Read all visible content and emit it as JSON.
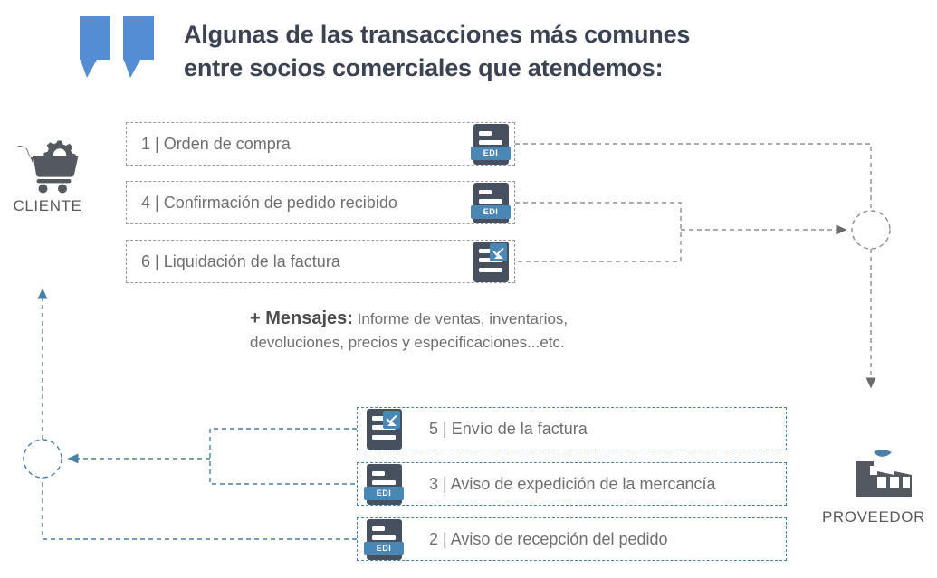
{
  "header": {
    "title_line1": "Algunas de las transacciones más comunes",
    "title_line2": "entre socios comerciales que atendemos:",
    "quote_color": "#548dd4",
    "title_color": "#3b4252"
  },
  "actors": {
    "client": {
      "label": "CLIENTE",
      "icon": "shopping-cart-gear-icon"
    },
    "supplier": {
      "label": "PROVEEDOR",
      "icon": "factory-icon"
    }
  },
  "flow": {
    "client_to_supplier": [
      {
        "num": "1",
        "sep": "|",
        "text": "Orden de compra",
        "full": "1  |  Orden de compra",
        "icon": "edi-document-icon",
        "badge": "EDI"
      },
      {
        "num": "4",
        "sep": "|",
        "text": "Confirmación de pedido recibido",
        "full": "4  |  Confirmación de pedido recibido",
        "icon": "edi-document-icon",
        "badge": "EDI"
      },
      {
        "num": "6",
        "sep": "|",
        "text": "Liquidación de la factura",
        "full": "6  |  Liquidación de la factura",
        "icon": "document-check-icon",
        "badge": ""
      }
    ],
    "supplier_to_client": [
      {
        "num": "5",
        "sep": "|",
        "text": "Envío de la factura",
        "full": "5  |  Envío de la factura",
        "icon": "document-check-icon",
        "badge": ""
      },
      {
        "num": "3",
        "sep": "|",
        "text": "Aviso de expedición de la mercancía",
        "full": "3  |  Aviso de expedición de la mercancía",
        "icon": "edi-document-icon",
        "badge": "EDI"
      },
      {
        "num": "2",
        "sep": "|",
        "text": "Aviso de recepción  del pedido",
        "full": "2  |  Aviso de recepción  del pedido",
        "icon": "edi-document-icon",
        "badge": "EDI"
      }
    ]
  },
  "note": {
    "heading": "+ Mensajes:",
    "body": " Informe de ventas, inventarios, devoluciones, precios y especificaciones...etc."
  },
  "colors": {
    "accent_blue": "#4a87b5",
    "outbound_dash": "#9a9a9a",
    "inbound_dash": "#4a7fa8",
    "icon_dark": "#46505e",
    "text_gray": "#6e6e6e"
  }
}
